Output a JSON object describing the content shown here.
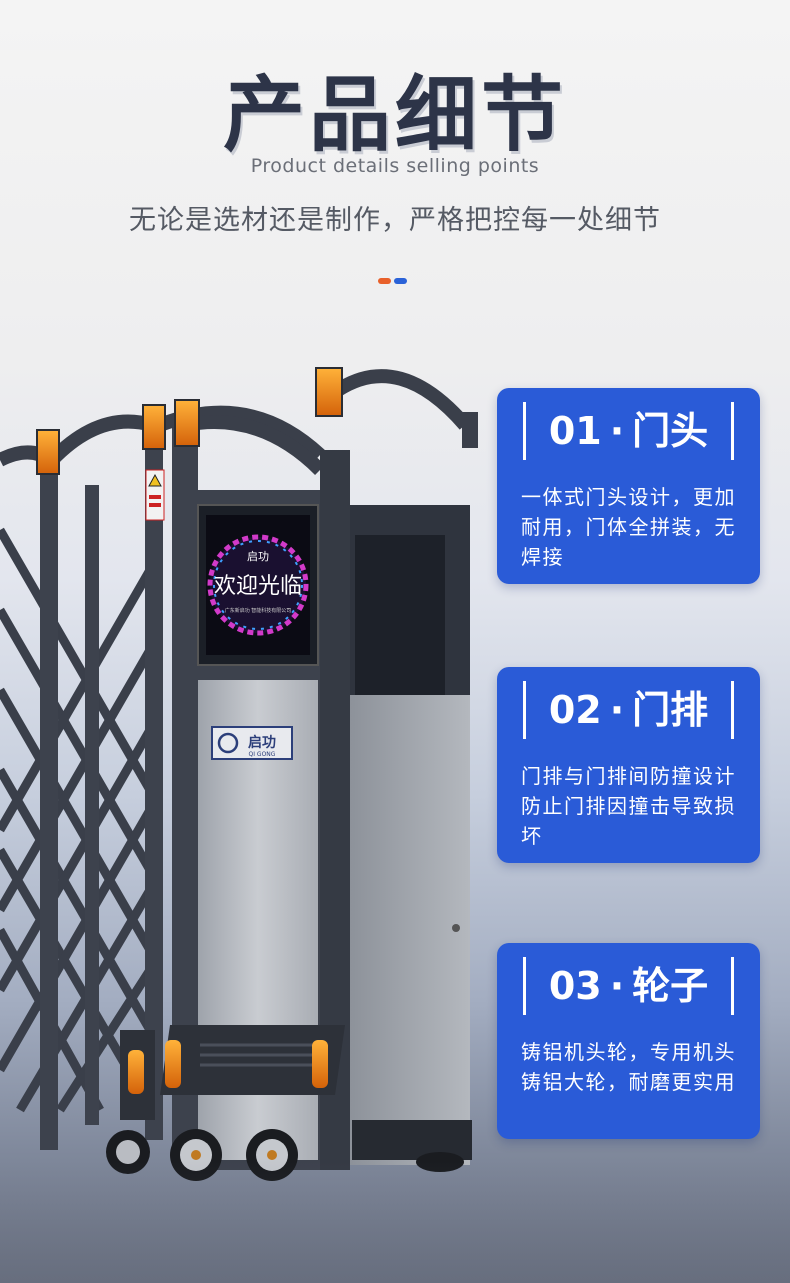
{
  "header": {
    "title": "产品细节",
    "subtitle": "Product details selling points",
    "slogan": "无论是选材还是制作，严格把控每一处细节",
    "dot_colors": [
      "#e8602a",
      "#2a62d8"
    ]
  },
  "product": {
    "screen_text": "欢迎光临",
    "screen_small_text": "广东新启功 智能科技有限公司",
    "brand_logo": "启功",
    "brand_logo_pinyin": "QI GONG",
    "icons": [
      "reflector-icon",
      "warning-sticker-icon",
      "wheel-icon",
      "lock-icon"
    ]
  },
  "cards": [
    {
      "num": "01",
      "dot": "·",
      "title": "门头",
      "desc": "一体式门头设计，更加耐用，门体全拼装，无焊接"
    },
    {
      "num": "02",
      "dot": "·",
      "title": "门排",
      "desc": "门排与门排间防撞设计　防止门排因撞击导致损坏"
    },
    {
      "num": "03",
      "dot": "·",
      "title": "轮子",
      "desc": "铸铝机头轮，专用机头铸铝大轮，耐磨更实用"
    }
  ],
  "colors": {
    "card_bg": "#2a5bd7",
    "frame_dark": "#3a3f4a",
    "panel_light": "#b5b9c0",
    "reflector": "#f08a12"
  }
}
